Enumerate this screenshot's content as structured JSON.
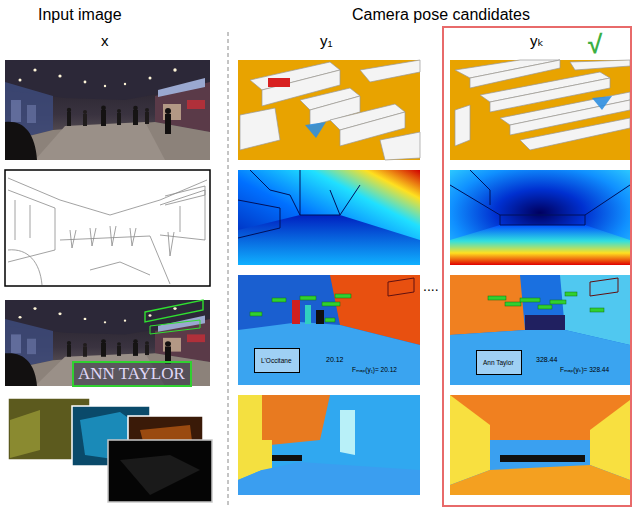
{
  "diagram": {
    "nodes": [
      {
        "text": [
          "yₖ"
        ]
      },
      {
        "text": [
          "ANN TAYLOR"
        ]
      },
      {
        "text": [
          "L'Occitane"
        ]
      },
      {
        "text": [
          "Ann Taylor"
        ],
        "in": 0
      }
    ],
    "labels": [
      "Input image",
      "Camera pose candidates",
      "x",
      "y₁",
      "....",
      "√",
      "20.12",
      "Fₘₐₚ(y₁)= 20.12",
      "328.44",
      "Fₘₐₚ(yₖ)= 328.44"
    ]
  }
}
